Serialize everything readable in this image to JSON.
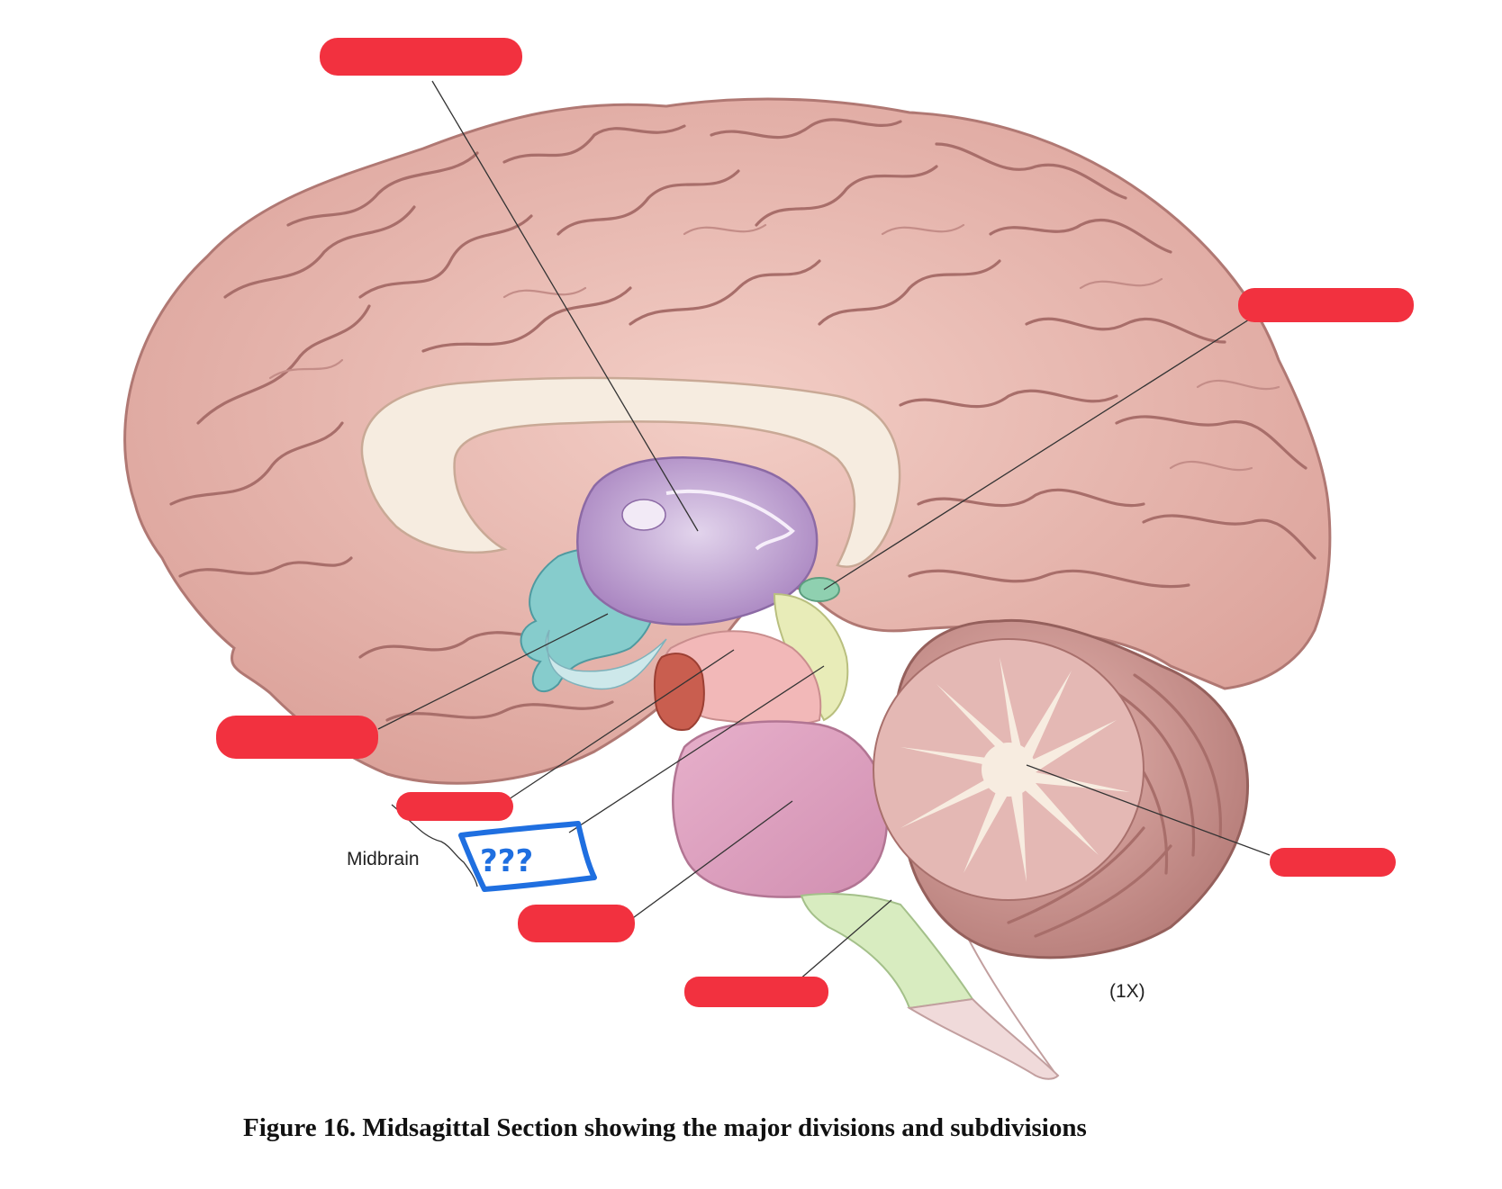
{
  "figure": {
    "caption": "Figure 16.  Midsagittal Section showing the major divisions and subdivisions",
    "magnification": "(1X)",
    "midbrain_label": "Midbrain",
    "annotation_mark": "???"
  },
  "colors": {
    "redaction": "#f2313f",
    "annotation_blue": "#1f6fe0",
    "cerebrum": "#ebbdb4",
    "corpus_callosum": "#f6ece0",
    "thalamus": "#b89ac8",
    "hypothalamus": "#7fc8c8",
    "pineal": "#8fd0b0",
    "midbrain": "#f2b8b8",
    "pons": "#e4a6c4",
    "medulla": "#d8ecc0",
    "cerebellum": "#d9a4a0"
  },
  "labels": [
    {
      "id": "thalamus-label",
      "hidden": true
    },
    {
      "id": "pineal-label",
      "hidden": true
    },
    {
      "id": "hypothalamus-label",
      "hidden": true
    },
    {
      "id": "cerebral-peduncle-label",
      "hidden": true
    },
    {
      "id": "pons-label",
      "hidden": true
    },
    {
      "id": "medulla-label",
      "hidden": true
    },
    {
      "id": "cerebellum-label",
      "hidden": true
    }
  ]
}
